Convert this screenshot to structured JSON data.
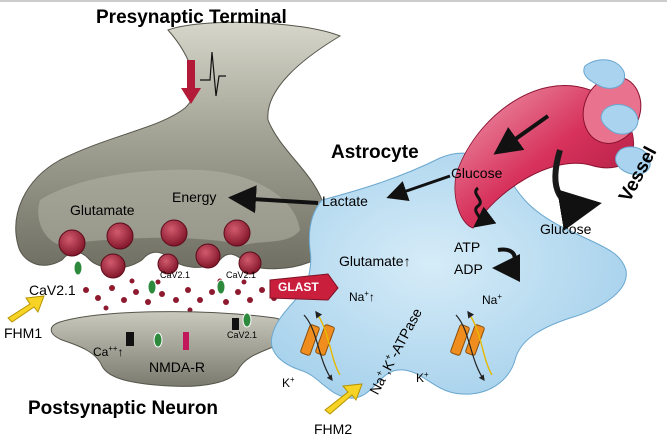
{
  "title_presynaptic": "Presynaptic Terminal",
  "title_postsynaptic": "Postsynaptic Neuron",
  "title_astrocyte": "Astrocyte",
  "title_vessel": "Vessel",
  "labels": {
    "glutamate_pre": "Glutamate",
    "energy": "Energy",
    "lactate": "Lactate",
    "glucose_astro": "Glucose",
    "glucose_vessel": "Glucose",
    "atp": "ATP",
    "adp": "ADP",
    "glutamate_astro": "Glutamate",
    "glutamate_up": "↑",
    "glast": "GLAST",
    "cav21_main": "CaV2.1",
    "cav21_left": "CaV2.1",
    "cav21_right": "CaV2.1",
    "cav21_post": "CaV2.1",
    "fhm1": "FHM1",
    "fhm2": "FHM2",
    "ca_base": "Ca",
    "ca_sup": "++",
    "ca_up": "↑",
    "nmda": "NMDA-R",
    "na_astro_base": "Na",
    "na_astro_sup": "+",
    "na_astro_up": "↑",
    "na_pump_base": "Na",
    "na_pump_sup": "+",
    "k_left_base": "K",
    "k_left_sup": "+",
    "k_right_base": "K",
    "k_right_sup": "+",
    "pump_na": "Na",
    "pump_sup1": "+",
    "pump_k": ",K",
    "pump_sup2": "+",
    "pump_atpase": "-ATPase"
  },
  "colors": {
    "neuron": "#8f8f83",
    "astrocyte": "#b4d9ef",
    "vessel": "#d7325c",
    "vesicle": "#9c1d33",
    "fhm_arrow": "#f6d325",
    "pump": "#ef8e1f"
  }
}
